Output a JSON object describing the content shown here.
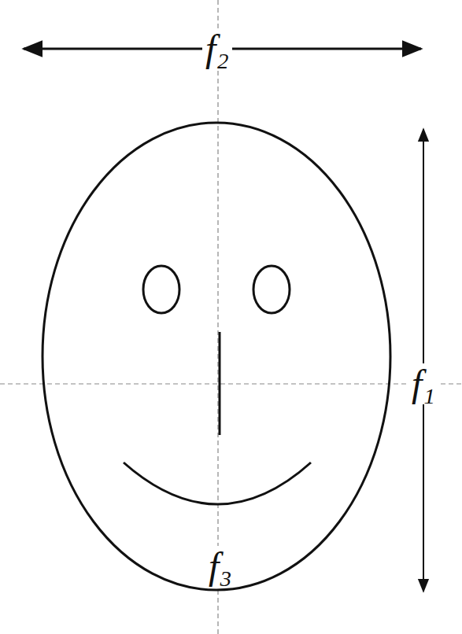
{
  "diagram": {
    "labels": [
      "f₂",
      "f₁",
      "f₃"
    ]
  }
}
